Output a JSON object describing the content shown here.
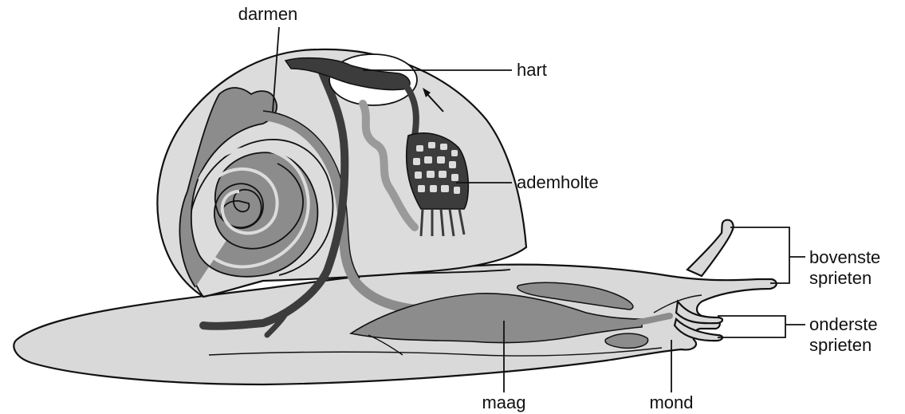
{
  "labels": {
    "darmen": "darmen",
    "hart": "hart",
    "ademholte": "ademholte",
    "bovenste_1": "bovenste",
    "bovenste_2": "sprieten",
    "onderste_1": "onderste",
    "onderste_2": "sprieten",
    "maag": "maag",
    "mond": "mond"
  },
  "colors": {
    "body_fill": "#d9d9d9",
    "shell_fill": "#dcdcdc",
    "organ_mid": "#8c8c8c",
    "organ_dark": "#3c3c3c",
    "outline": "#111111"
  }
}
